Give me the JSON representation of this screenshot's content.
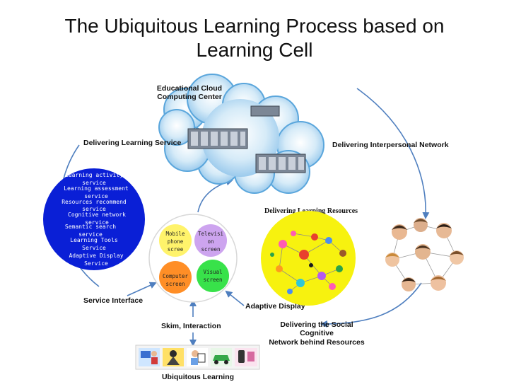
{
  "title": {
    "line1": "The Ubiquitous Learning Process based on",
    "line2": "Learning Cell"
  },
  "diagram": {
    "cloud_label": [
      "Educational Cloud",
      "Computing Center"
    ],
    "delivering_learning_service": "Delivering Learning Service",
    "delivering_interpersonal_network": "Delivering Interpersonal Network",
    "delivering_learning_resources": "Delivering Learning Resources",
    "service_interface": "Service Interface",
    "adaptive_display": "Adaptive Display",
    "skim_interaction": "Skim, Interaction",
    "social_network_label": [
      "Delivering the Social",
      "Cognitive",
      "Network behind Resources"
    ],
    "ubiquitous_learning": "Ubiquitous Learning",
    "services": [
      "Learning activity",
      "service",
      "Learning assessment",
      "service",
      "Resources recommend",
      "service",
      "Cognitive network",
      "service",
      "Semantic search",
      "service",
      "Learning Tools",
      "Service",
      "Adaptive Display",
      "Service"
    ],
    "screens": {
      "mobile": [
        "Mobile",
        "phone",
        "scree"
      ],
      "tv": [
        "Televisi",
        "on",
        "screen"
      ],
      "computer": [
        "Computer",
        "screen"
      ],
      "visual": [
        "Visual",
        "screen"
      ]
    },
    "colors": {
      "cloud": "#bcdcf2",
      "cloud_edge": "#5aa6dc",
      "services_circle": "#0a1fd6",
      "resources_circle": "#f7f20f",
      "mobile": "#fff36b",
      "tv": "#cda4ef",
      "computer": "#ff8e26",
      "visual": "#38e24a",
      "arrow": "#4f7fbf"
    }
  }
}
